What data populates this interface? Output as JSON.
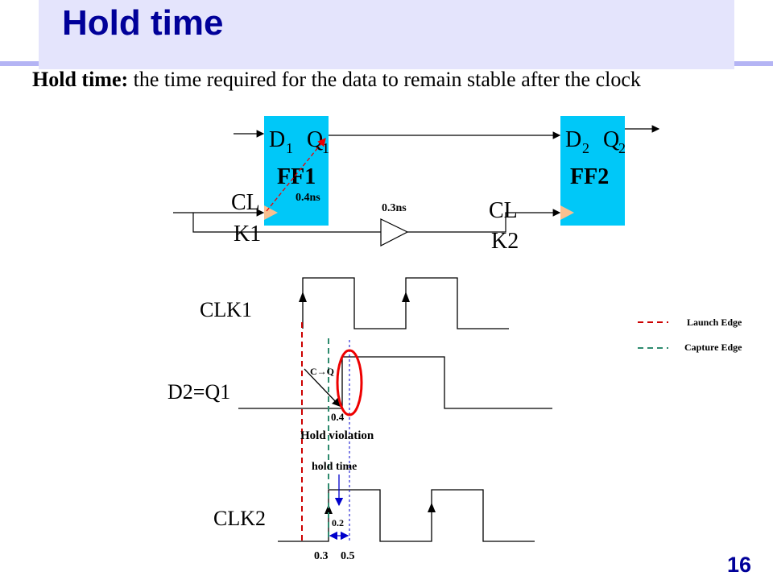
{
  "title": "Hold time",
  "definition": {
    "term": "Hold time:",
    "text": " the time required for the data to remain stable after the clock"
  },
  "circuit": {
    "ff1": {
      "name": "FF1",
      "d": "D",
      "q": "Q",
      "sub": "1"
    },
    "ff2": {
      "name": "FF2",
      "d": "D",
      "q": "Q",
      "sub": "2"
    },
    "clk1_line1": "CL",
    "clk1_line2": "K1",
    "clk2_line1": "CL",
    "clk2_line2": "K2",
    "clk_to_q_delay": "0.4ns",
    "buffer_delay": "0.3ns",
    "colors": {
      "flipflop": "#00c8f8",
      "clock_pin": "#f8c090"
    }
  },
  "timing": {
    "clk1_label": "CLK1",
    "d2_label": "D2=Q1",
    "clk2_label": "CLK2",
    "c_to_q": "C→Q",
    "c_to_q_value": "0.4",
    "hold_violation": "Hold violation",
    "hold_time": "hold time",
    "hold_value": "0.2",
    "t1": "0.3",
    "t2": "0.5"
  },
  "legend": {
    "launch": {
      "label": "Launch  Edge",
      "color": "#cc0000"
    },
    "capture": {
      "label": "Capture  Edge",
      "color": "#2e8b6e"
    }
  },
  "page_number": "16"
}
